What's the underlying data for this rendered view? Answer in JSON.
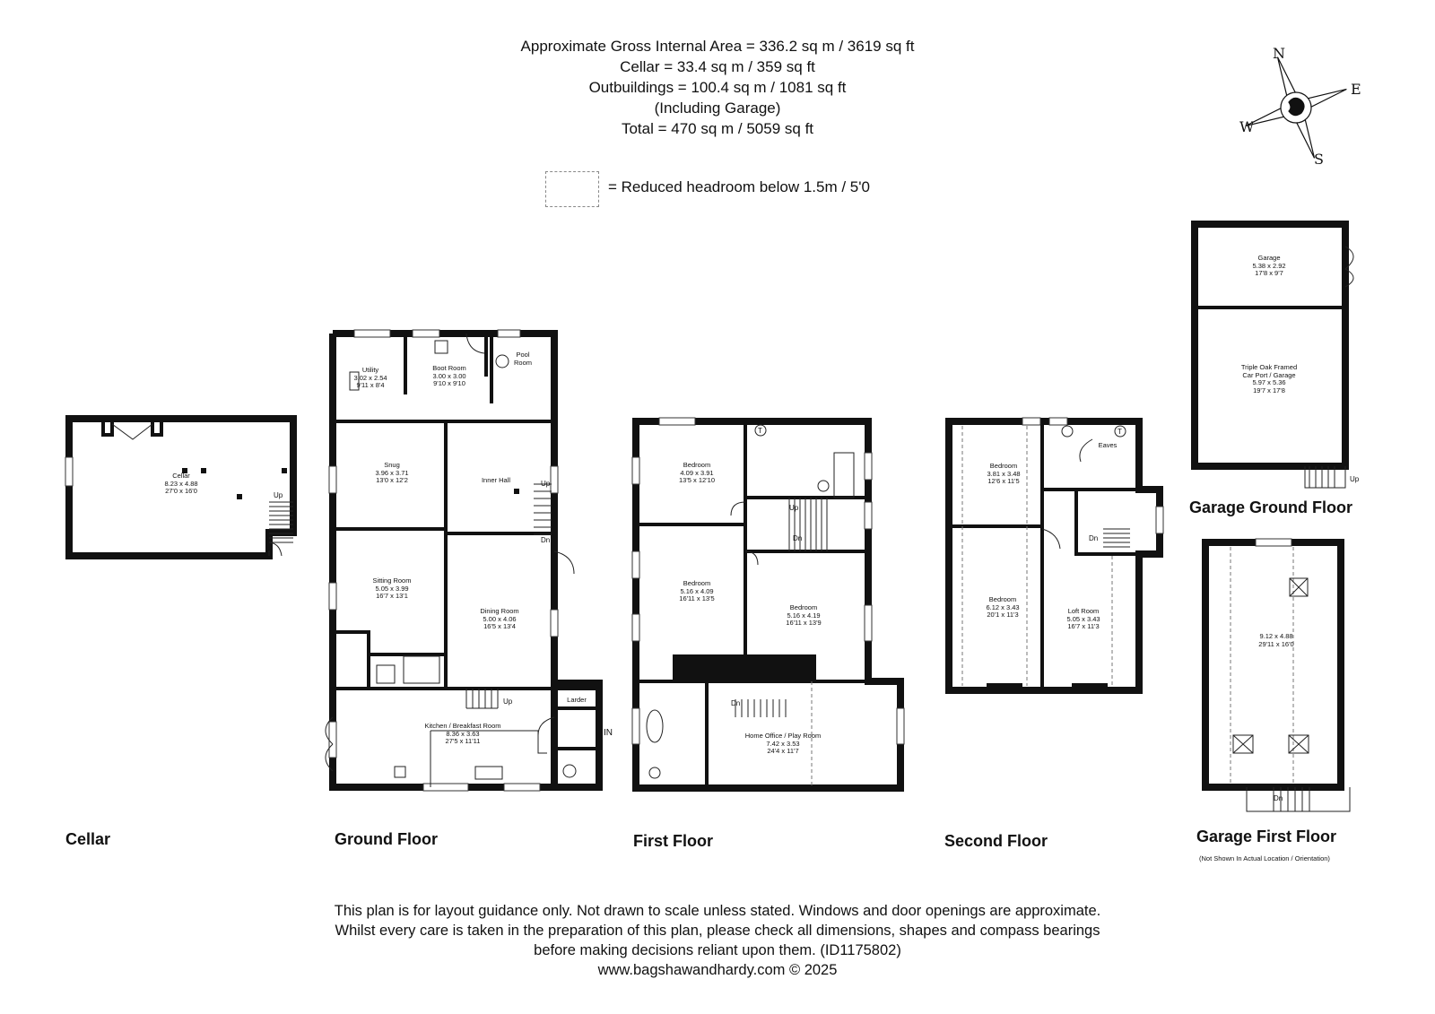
{
  "header": {
    "gross": "Approximate Gross Internal Area = 336.2 sq m / 3619 sq ft",
    "cellar": "Cellar = 33.4 sq m / 359 sq ft",
    "outbuildings": "Outbuildings = 100.4 sq m / 1081 sq ft",
    "including": "(Including Garage)",
    "total": "Total = 470 sq m / 5059 sq ft"
  },
  "legend": {
    "headroom": "= Reduced headroom below 1.5m / 5'0"
  },
  "compass": {
    "n": "N",
    "e": "E",
    "s": "S",
    "w": "W"
  },
  "floors": {
    "cellar": "Cellar",
    "ground": "Ground Floor",
    "first": "First Floor",
    "second": "Second Floor",
    "garage_ground": "Garage Ground Floor",
    "garage_first": "Garage First Floor",
    "garage_note": "(Not Shown In Actual Location / Orientation)"
  },
  "rooms": {
    "cellar": {
      "name": "Cellar",
      "metric": "8.23 x 4.88",
      "imperial": "27'0 x 16'0"
    },
    "utility": {
      "name": "Utility",
      "metric": "3.02 x 2.54",
      "imperial": "9'11 x 8'4"
    },
    "boot": {
      "name": "Boot Room",
      "metric": "3.00 x 3.00",
      "imperial": "9'10 x 9'10"
    },
    "pool": {
      "name": "Pool Room"
    },
    "snug": {
      "name": "Snug",
      "metric": "3.96 x 3.71",
      "imperial": "13'0 x 12'2"
    },
    "inner_hall": {
      "name": "Inner Hall"
    },
    "sitting": {
      "name": "Sitting Room",
      "metric": "5.05 x 3.99",
      "imperial": "16'7 x 13'1"
    },
    "dining": {
      "name": "Dining Room",
      "metric": "5.00 x 4.06",
      "imperial": "16'5 x 13'4"
    },
    "larder": {
      "name": "Larder"
    },
    "kitchen": {
      "name": "Kitchen / Breakfast Room",
      "metric": "8.36 x 3.63",
      "imperial": "27'5 x 11'11"
    },
    "ff_bed1": {
      "name": "Bedroom",
      "metric": "4.09 x 3.91",
      "imperial": "13'5 x 12'10"
    },
    "ff_bed2": {
      "name": "Bedroom",
      "metric": "5.16 x 4.09",
      "imperial": "16'11 x 13'5"
    },
    "ff_bed3": {
      "name": "Bedroom",
      "metric": "5.16 x 4.19",
      "imperial": "16'11 x 13'9"
    },
    "office": {
      "name": "Home Office / Play Room",
      "metric": "7.42 x 3.53",
      "imperial": "24'4 x 11'7"
    },
    "sf_bed1": {
      "name": "Bedroom",
      "metric": "3.81 x 3.48",
      "imperial": "12'6 x 11'5"
    },
    "eaves": {
      "name": "Eaves"
    },
    "sf_bed2": {
      "name": "Bedroom",
      "metric": "6.12 x 3.43",
      "imperial": "20'1 x 11'3"
    },
    "loft": {
      "name": "Loft Room",
      "metric": "5.05 x 3.43",
      "imperial": "16'7 x 11'3"
    },
    "garage": {
      "name": "Garage",
      "metric": "5.38 x 2.92",
      "imperial": "17'8 x 9'7"
    },
    "carport": {
      "name": "Triple Oak Framed",
      "name2": "Car Port / Garage",
      "metric": "5.97 x 5.36",
      "imperial": "19'7 x 17'8"
    },
    "garage_first": {
      "metric": "9.12 x 4.88",
      "imperial": "29'11 x 16'0"
    }
  },
  "annotations": {
    "up": "Up",
    "dn": "Dn",
    "in": "IN",
    "t": "T"
  },
  "footer": {
    "line1": "This plan is for layout guidance only. Not drawn to scale unless stated. Windows and door openings are approximate.",
    "line2": "Whilst every care is taken in the preparation of this plan, please check all dimensions, shapes and compass bearings",
    "line3": "before making decisions reliant upon them. (ID1175802)",
    "line4": "www.bagshawandhardy.com © 2025"
  }
}
